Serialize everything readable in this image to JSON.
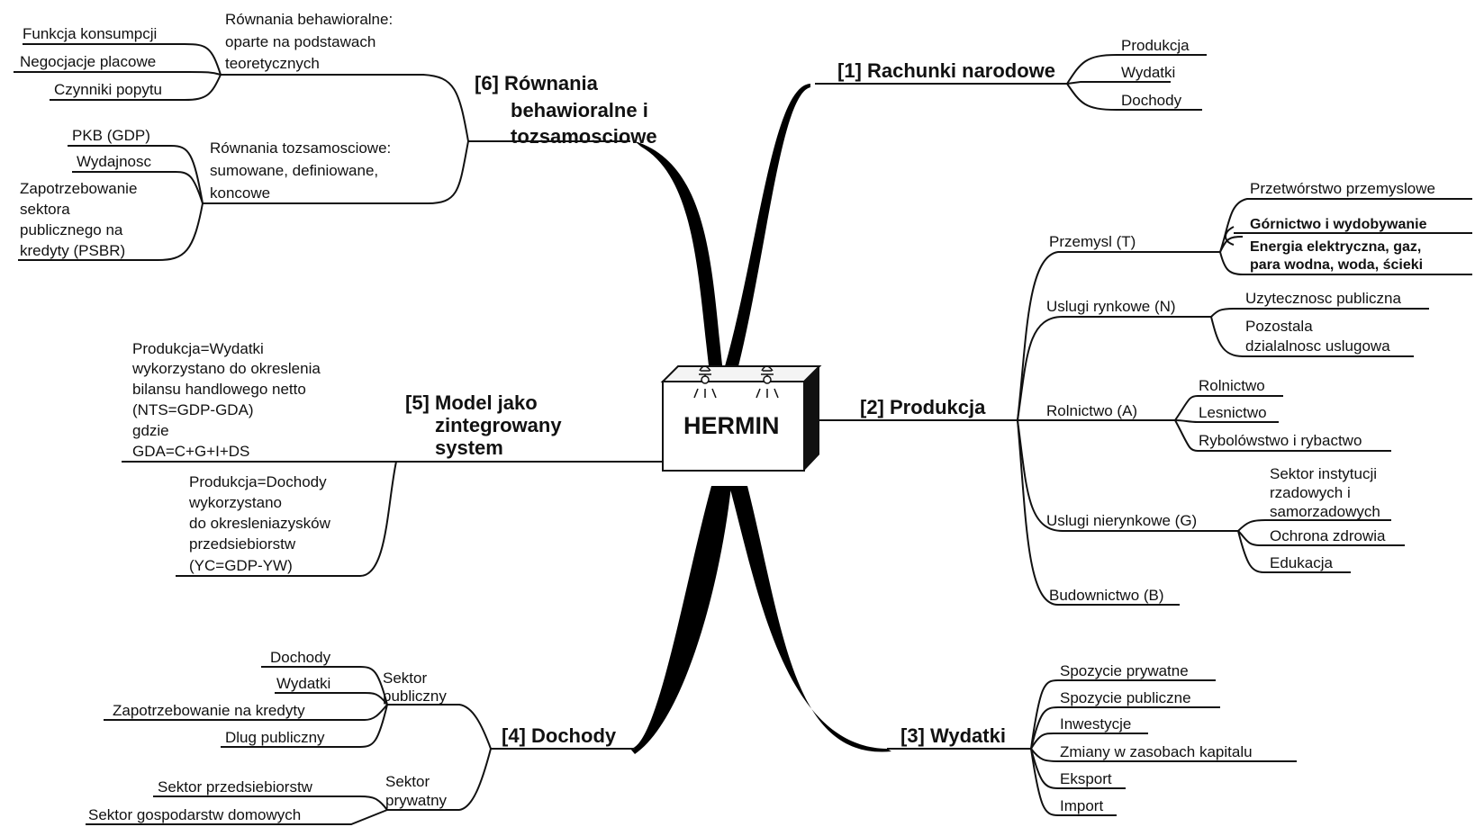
{
  "center": {
    "label": "HERMIN"
  },
  "branches": {
    "national_accounts": {
      "title": "[1] Rachunki narodowe",
      "items": [
        "Produkcja",
        "Wydatki",
        "Dochody"
      ]
    },
    "production": {
      "title": "[2] Produkcja",
      "industry": {
        "label": "Przemysl (T)",
        "items": [
          "Przetwórstwo przemyslowe",
          "Górnictwo i wydobywanie",
          "Energia elektryczna, gaz,",
          "para wodna, woda, ścieki"
        ]
      },
      "market_services": {
        "label": "Uslugi rynkowe (N)",
        "items": [
          "Uzytecznosc publiczna",
          "Pozostala",
          "dzialalnosc uslugowa"
        ]
      },
      "agriculture": {
        "label": "Rolnictwo (A)",
        "items": [
          "Rolnictwo",
          "Lesnictwo",
          "Rybolówstwo i rybactwo"
        ]
      },
      "nonmarket_services": {
        "label": "Uslugi nierynkowe (G)",
        "items": [
          "Sektor instytucji",
          "rzadowych i",
          "samorzadowych",
          "Ochrona zdrowia",
          "Edukacja"
        ]
      },
      "construction": {
        "label": "Budownictwo (B)"
      }
    },
    "expenditure": {
      "title": "[3] Wydatki",
      "items": [
        "Spozycie prywatne",
        "Spozycie publiczne",
        "Inwestycje",
        "Zmiany w zasobach kapitalu",
        "Eksport",
        "Import"
      ]
    },
    "income": {
      "title": "[4] Dochody",
      "public": {
        "label": [
          "Sektor",
          "publiczny"
        ],
        "items": [
          "Dochody",
          "Wydatki",
          "Zapotrzebowanie na kredyty",
          "Dlug publiczny"
        ]
      },
      "private": {
        "label": [
          "Sektor",
          "prywatny"
        ],
        "items": [
          "Sektor przedsiebiorstw",
          "Sektor gospodarstw domowych"
        ]
      }
    },
    "integrated_model": {
      "title": [
        "[5] Model jako",
        "zintegrowany",
        "system"
      ],
      "note1": [
        "Produkcja=Wydatki",
        "wykorzystano do okreslenia",
        "bilansu handlowego netto",
        "(NTS=GDP-GDA)",
        "gdzie",
        "GDA=C+G+I+DS"
      ],
      "note2": [
        "Produkcja=Dochody",
        "wykorzystano",
        "do okresleniazysków",
        "przedsiebiorstw",
        "(YC=GDP-YW)"
      ]
    },
    "equations": {
      "title": [
        "[6] Równania",
        "behawioralne i",
        "tozsamosciowe"
      ],
      "behavioral": {
        "label": [
          "Równania behawioralne:",
          "oparte na podstawach",
          "teoretycznych"
        ],
        "items": [
          "Funkcja konsumpcji",
          "Negocjacje placowe",
          "Czynniki popytu"
        ]
      },
      "identity": {
        "label": [
          "Równania tozsamosciowe:",
          "sumowane,  definiowane,",
          "koncowe"
        ],
        "items": [
          "PKB (GDP)",
          "Wydajnosc",
          "Zapotrzebowanie",
          "sektora",
          "publicznego na",
          "kredyty (PSBR)"
        ]
      }
    }
  }
}
